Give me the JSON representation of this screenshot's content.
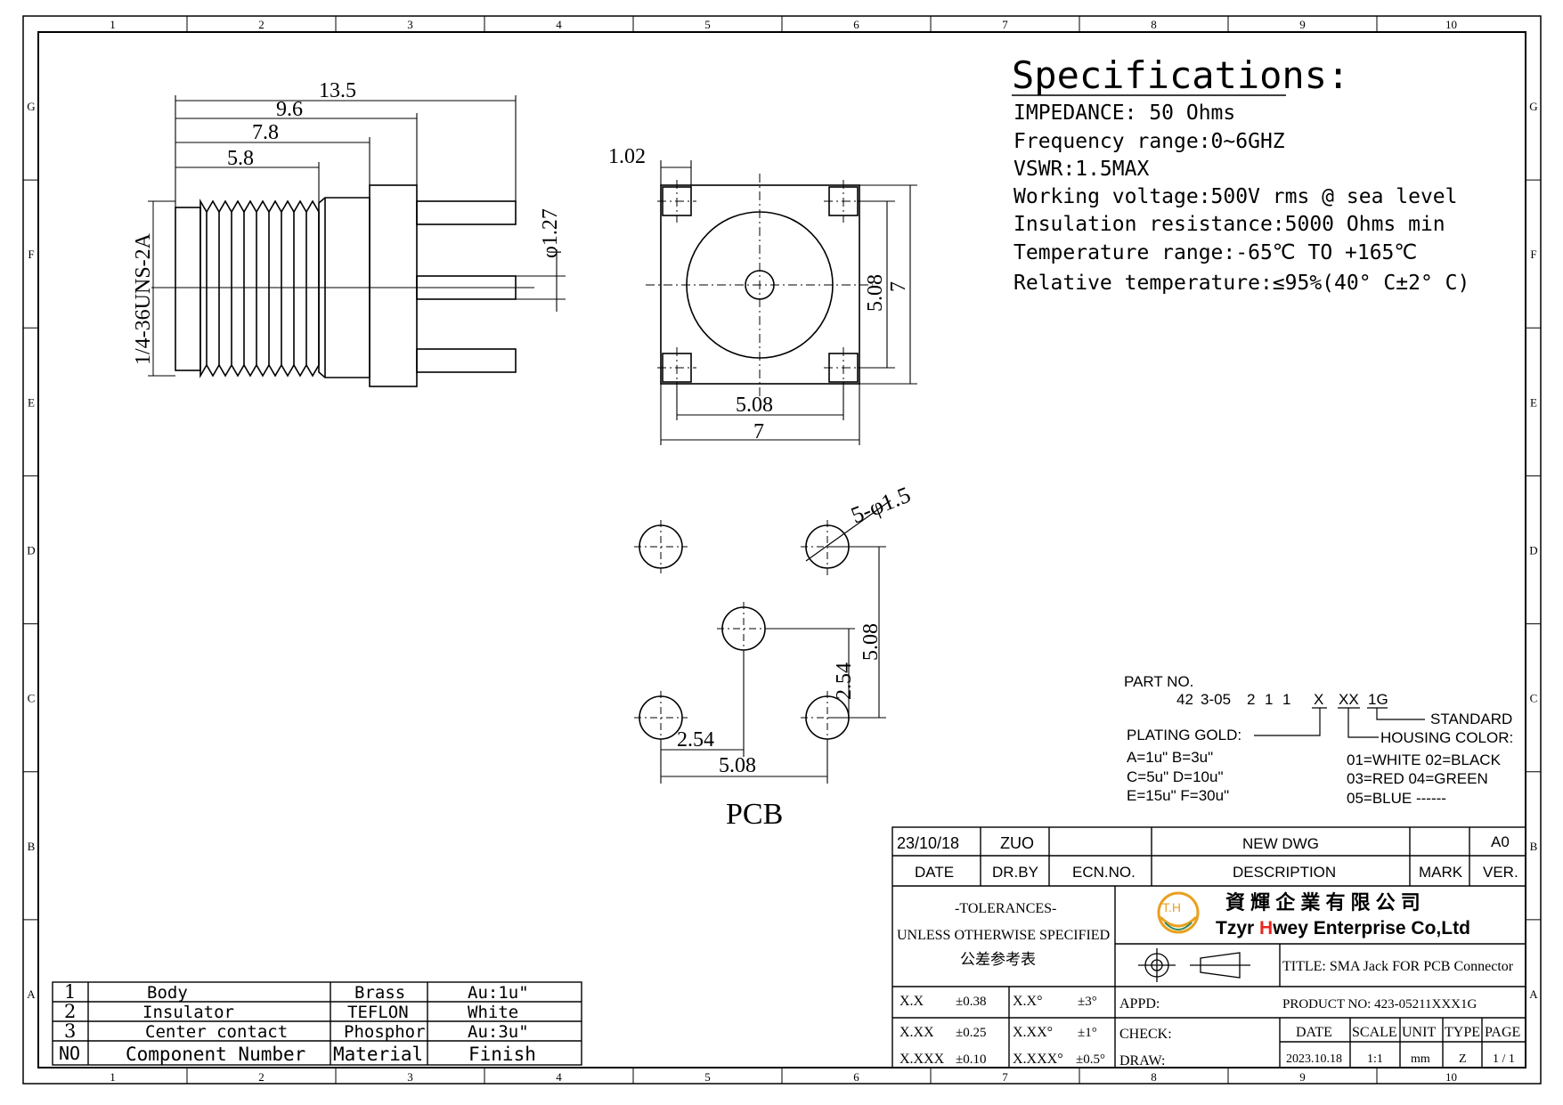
{
  "frame": {
    "cols": [
      "1",
      "2",
      "3",
      "4",
      "5",
      "6",
      "7",
      "8",
      "9",
      "10"
    ],
    "rows": [
      "G",
      "F",
      "E",
      "D",
      "C",
      "B",
      "A"
    ]
  },
  "specs": {
    "title": "Specifications:",
    "lines": [
      "IMPEDANCE: 50 Ohms",
      "Frequency range:0~6GHZ",
      "VSWR:1.5MAX",
      "Working voltage:500V rms @ sea level",
      "Insulation resistance:5000 Ohms min",
      "Temperature range:-65℃ TO +165℃",
      "Relative temperature:≤95%(40° C±2° C)"
    ]
  },
  "side_view": {
    "dims": [
      "13.5",
      "9.6",
      "7.8",
      "5.8"
    ],
    "thread": "1/4-36UNS-2A",
    "pin_dia": "φ1.27"
  },
  "front_view": {
    "dim_top": "1.02",
    "dim_inner_v": "5.08",
    "dim_outer_v": "7",
    "dim_inner_h": "5.08",
    "dim_outer_h": "7"
  },
  "pcb": {
    "holes": "5-φ1.5",
    "dim_v_outer": "5.08",
    "dim_v_inner": "2.54",
    "dim_h_inner": "2.54",
    "dim_h_outer": "5.08",
    "label": "PCB"
  },
  "part_no": {
    "label": "PART NO.",
    "code_parts": [
      "42",
      "3-05",
      "2",
      "1",
      "1",
      "X",
      "XX",
      "1G"
    ],
    "standard": "STANDARD",
    "housing_label": "HOUSING  COLOR:",
    "housing_options": [
      "01=WHITE  02=BLACK",
      "03=RED    04=GREEN",
      "05=BLUE  ------"
    ],
    "plating_label": "PLATING  GOLD:",
    "plating_options": [
      "A=1u\"   B=3u\"",
      "C=5u\"   D=10u\"",
      "E=15u\" F=30u\""
    ]
  },
  "bom": {
    "rows": [
      {
        "no": "1",
        "name": "Body",
        "material": "Brass",
        "finish": "Au:1u\""
      },
      {
        "no": "2",
        "name": "Insulator",
        "material": "TEFLON",
        "finish": "White"
      },
      {
        "no": "3",
        "name": "Center contact",
        "material": "Phosphor",
        "finish": "Au:3u\""
      }
    ],
    "header": {
      "no": "NO",
      "name": "Component Number",
      "material": "Material",
      "finish": "Finish"
    }
  },
  "title_block": {
    "rev_date": "23/10/18",
    "rev_by": "ZUO",
    "rev_desc": "NEW  DWG",
    "rev_ver": "A0",
    "h_date": "DATE",
    "h_drby": "DR.BY",
    "h_ecn": "ECN.NO.",
    "h_desc": "DESCRIPTION",
    "h_mark": "MARK",
    "h_ver": "VER.",
    "tol_1": "-TOLERANCES-",
    "tol_2": "UNLESS OTHERWISE SPECIFIED",
    "tol_3": "公差参考表",
    "company_cn": "資 輝 企 業 有 限 公 司",
    "company_en_1": "Tzyr ",
    "company_en_2": "H",
    "company_en_3": "wey Enterprise Co,Ltd",
    "logo": "T.H",
    "title": "TITLE:  SMA Jack FOR PCB  Connector",
    "product_no": "PRODUCT NO:   423-05211XXX1G",
    "appd": "APPD:",
    "check": "CHECK:",
    "draw": "DRAW:",
    "tol_rows": [
      [
        "X.X",
        "±0.38",
        "X.X°",
        "±3°"
      ],
      [
        "X.XX",
        "±0.25",
        "X.XX°",
        "±1°"
      ],
      [
        "X.XXX",
        "±0.10",
        "X.XXX°",
        "±0.5°"
      ]
    ],
    "h_date2": "DATE",
    "h_scale": "SCALE",
    "h_unit": "UNIT",
    "h_type": "TYPE",
    "h_page": "PAGE",
    "v_date": "2023.10.18",
    "v_scale": "1:1",
    "v_unit": "mm",
    "v_type": "Z",
    "v_page": "1 / 1"
  },
  "colors": {
    "line": "#000000",
    "company_red": "#e8281e",
    "logo_gold": "#e8a020"
  }
}
